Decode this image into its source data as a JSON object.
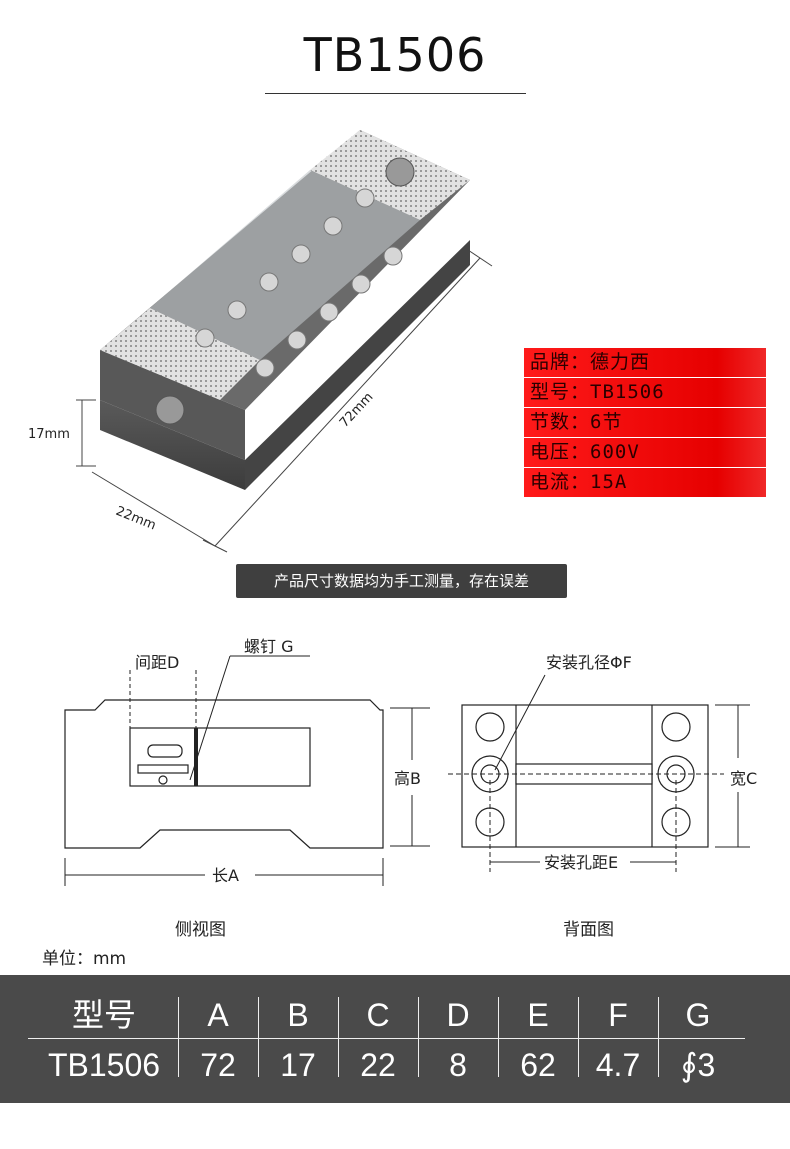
{
  "title": "TB1506",
  "photo_dims": {
    "height": "17mm",
    "length": "72mm",
    "width": "22mm"
  },
  "specs": [
    {
      "label": "品牌：德力西"
    },
    {
      "label": "型号：TB1506"
    },
    {
      "label": "节数：6节"
    },
    {
      "label": "电压：600V"
    },
    {
      "label": "电流：15A"
    }
  ],
  "notice": "产品尺寸数据均为手工测量，存在误差",
  "side_view": {
    "spacing_label": "间距D",
    "screw_label": "螺钉 G",
    "height_label": "高B",
    "length_label": "长A",
    "caption": "侧视图"
  },
  "back_view": {
    "hole_label": "安装孔径ΦF",
    "width_label": "宽C",
    "hole_distance_label": "安装孔距E",
    "caption": "背面图"
  },
  "unit": "单位：mm",
  "dim_table": {
    "headers": [
      "型号",
      "A",
      "B",
      "C",
      "D",
      "E",
      "F",
      "G"
    ],
    "values": [
      "TB1506",
      "72",
      "17",
      "22",
      "8",
      "62",
      "4.7",
      "∮3"
    ]
  },
  "colors": {
    "spec_bg": "#e60000",
    "notice_bg": "#3f3f3f",
    "table_bg": "#4a4a4a"
  }
}
